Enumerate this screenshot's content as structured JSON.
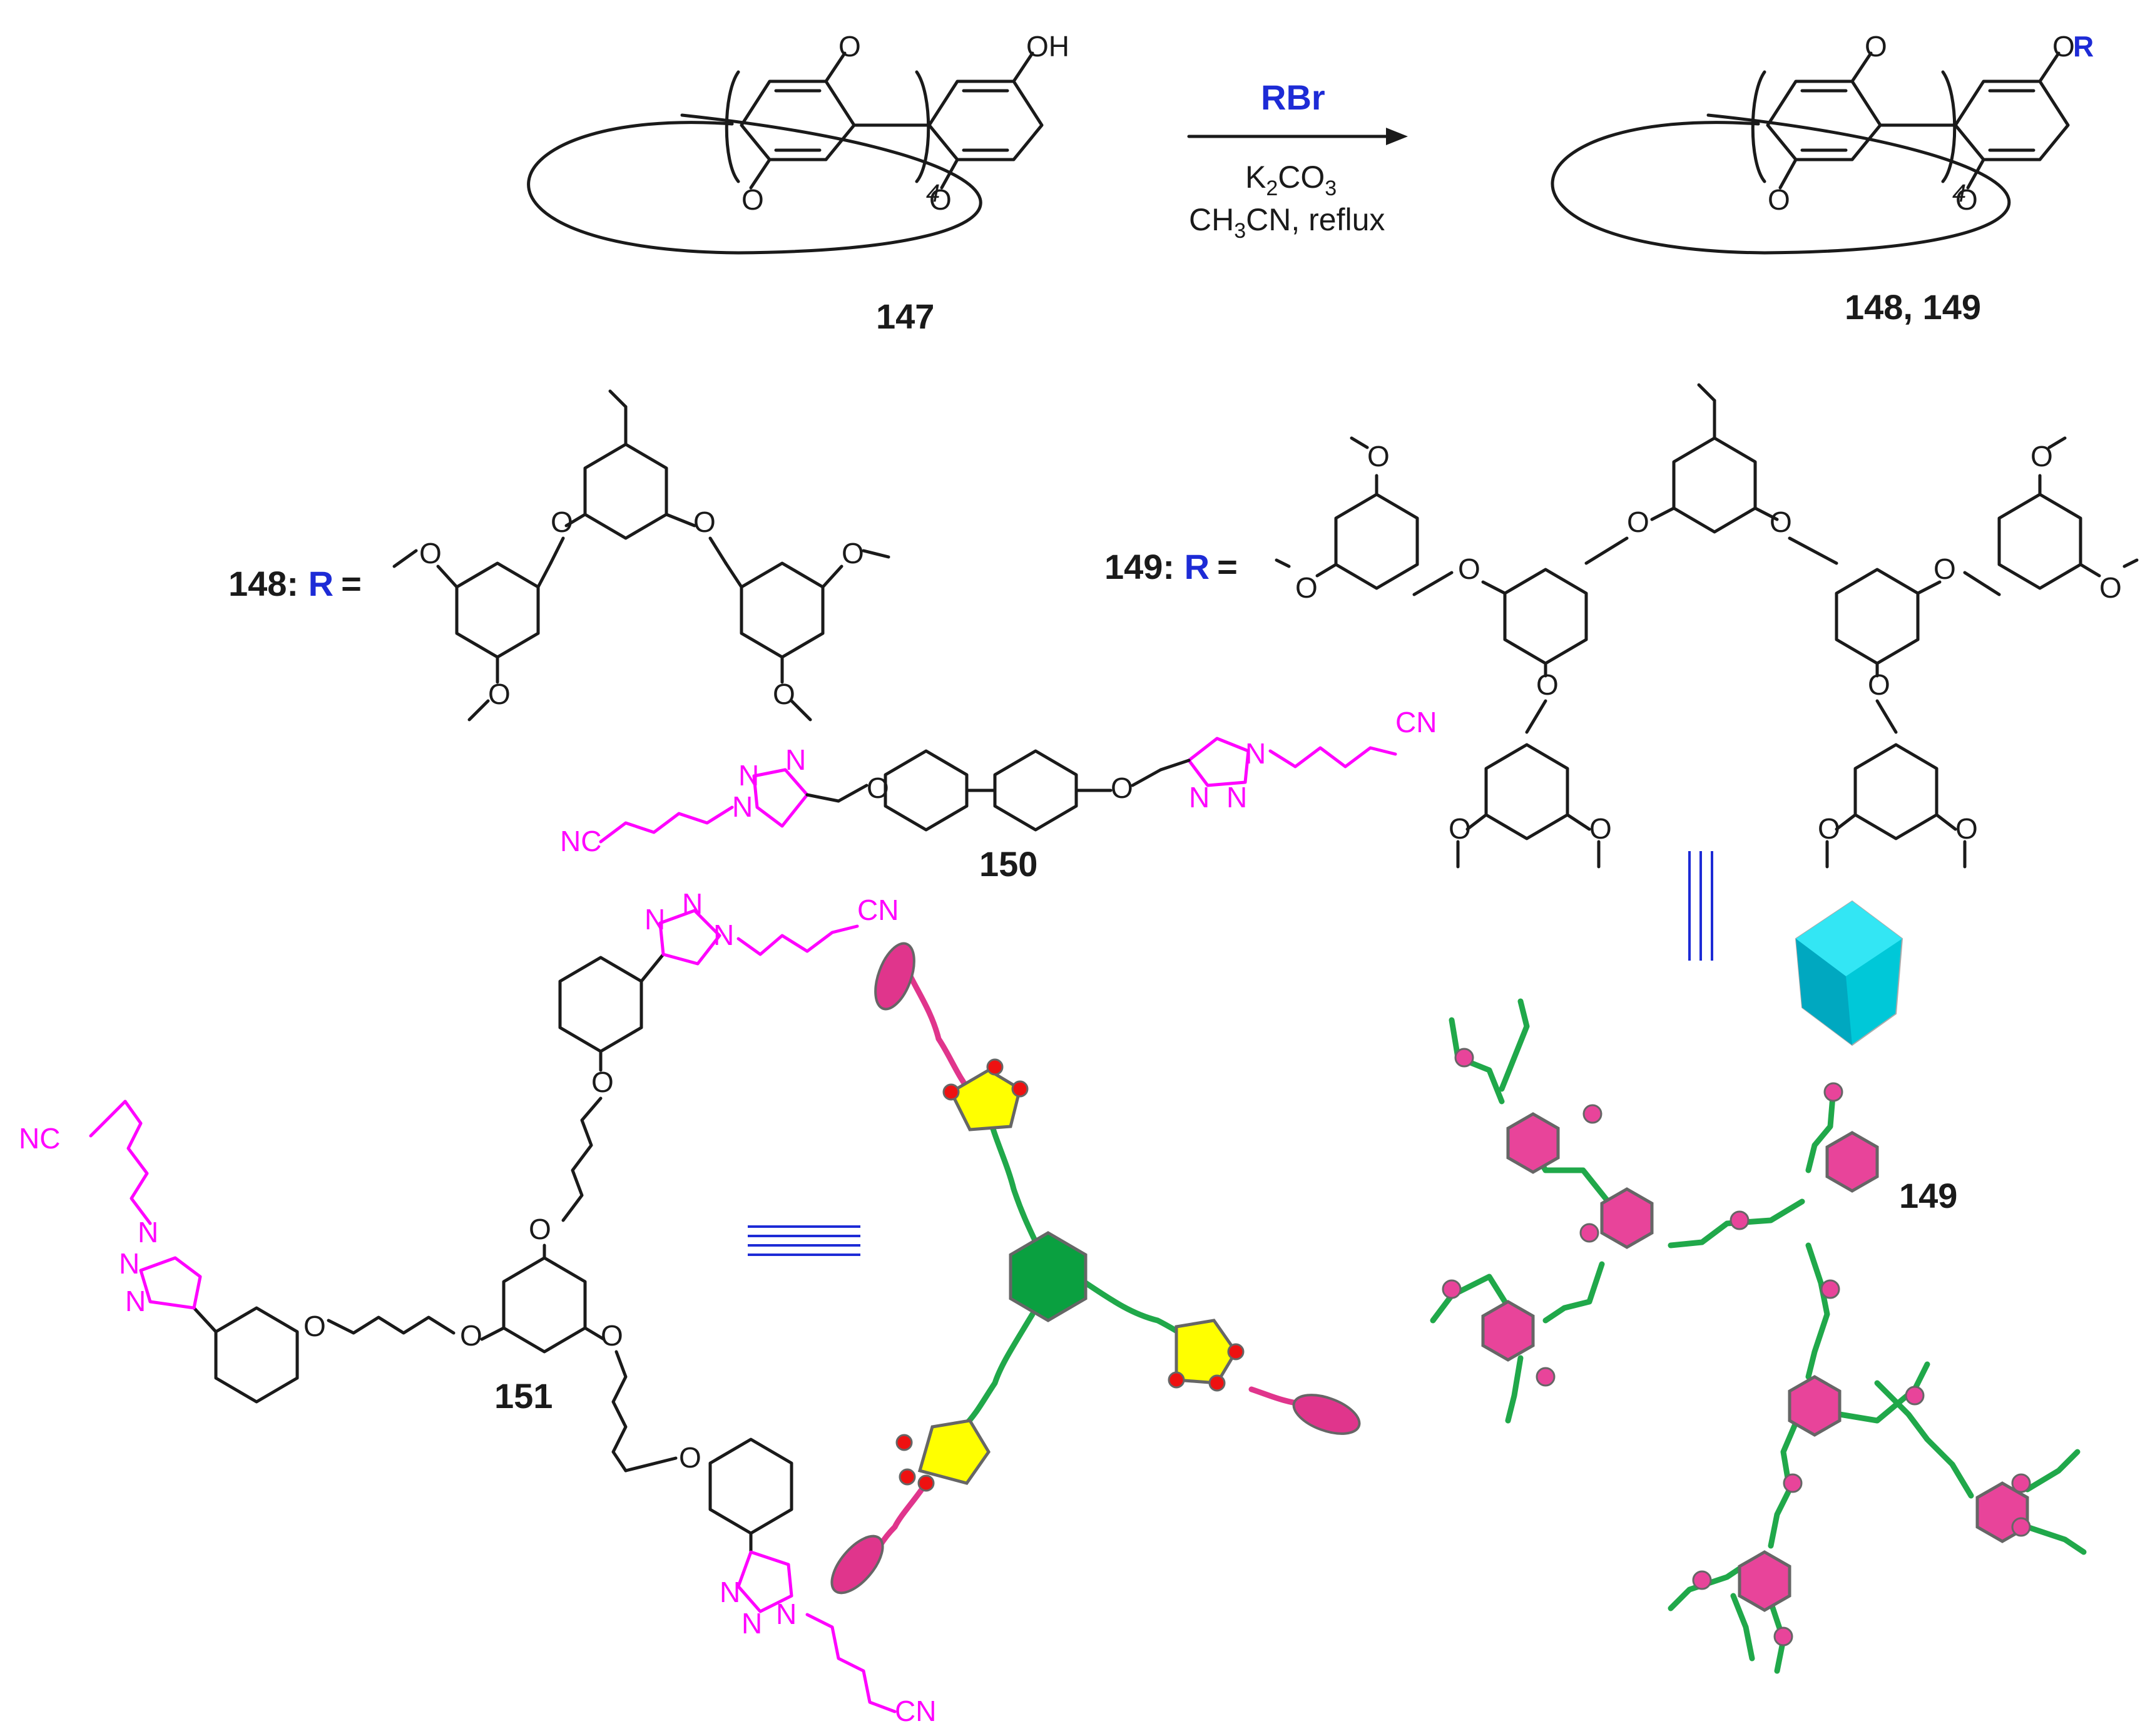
{
  "reaction": {
    "reactant_label": "147",
    "product_label": "148, 149",
    "reagent": "RBr",
    "condition_1": "K",
    "condition_1_sub": "2",
    "condition_1_b": "CO",
    "condition_1_sub2": "3",
    "condition_2": "CH",
    "condition_2_sub": "3",
    "condition_2_b": "CN, reflux",
    "repeat_count": "4",
    "oh_label": "OH",
    "or_o": "O",
    "or_r": "R",
    "methoxy_o": "O"
  },
  "definitions": {
    "r148_prefix": "148: ",
    "r149_prefix": "149: ",
    "r_symbol": "R",
    "equals": "="
  },
  "compounds": {
    "c150_label": "150",
    "c151_label": "151",
    "c149_label": "149",
    "cn": "CN",
    "nc": "NC",
    "n": "N",
    "o": "O"
  },
  "colors": {
    "reagent_blue": "#1d2bd6",
    "magenta_chain": "#ff00ff",
    "green_linker": "#20a84a",
    "pink_hexagon": "#e8449a",
    "yellow_pentagon": "#ffff00",
    "green_core": "#0aa040",
    "cyan_block": "#00d8e8",
    "red_dot": "#ee1111"
  },
  "icons": {
    "equivalence": "triple-bar-equivalence-icon",
    "arrow": "reaction-arrow-icon"
  }
}
